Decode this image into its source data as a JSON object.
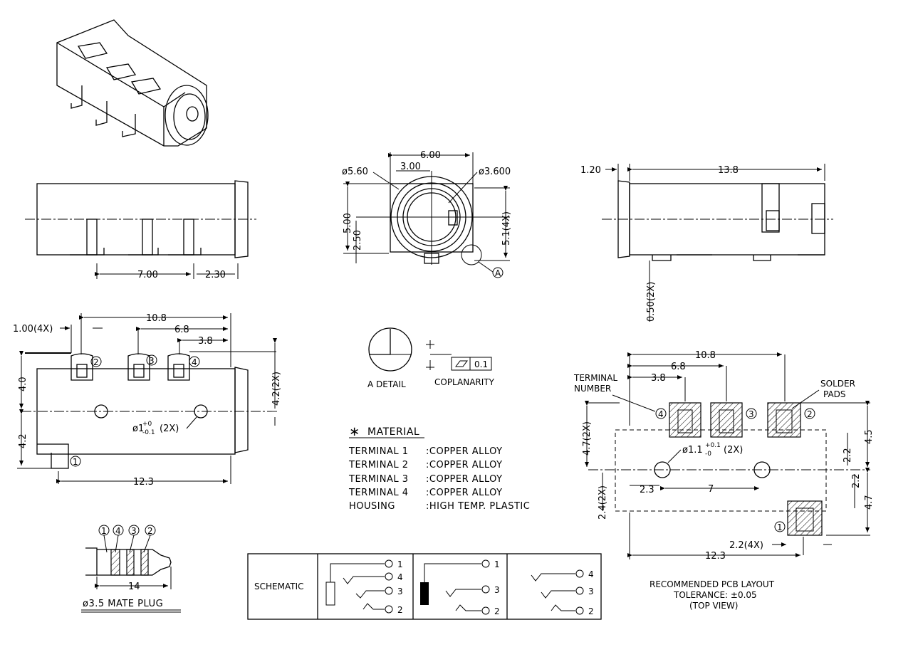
{
  "side_view": {
    "dims": {
      "d1": "7.00",
      "d2": "2.30"
    }
  },
  "front_view": {
    "dims": {
      "width": "6.00",
      "half_width": "3.00",
      "dia_outer": "ø5.60",
      "dia_inner": "ø3.600",
      "height": "5.00",
      "center_height": "2.50",
      "pin_height": "5.1(4X)"
    },
    "detail_callout": "A"
  },
  "right_view": {
    "dims": {
      "flange": "1.20",
      "length": "13.8",
      "pin_width": "0.50(2X)"
    }
  },
  "top_view": {
    "dims": {
      "overall": "10.8",
      "mid": "6.8",
      "short": "3.8",
      "pin_w": "1.00(4X)",
      "upper": "4.0",
      "lower": "4.2",
      "right": "4.2(2X)",
      "hole": "ø1",
      "hole_tol_up": "+0",
      "hole_tol_dn": "-0.1",
      "hole_count": "(2X)",
      "length": "12.3"
    },
    "terminals": [
      "1",
      "2",
      "3",
      "4"
    ]
  },
  "detail": {
    "label": "A DETAIL",
    "coplanarity_label": "COPLANARITY",
    "coplanarity_value": "0.1"
  },
  "material": {
    "title": "MATERIAL",
    "star": "∗",
    "rows": [
      {
        "part": "TERMINAL  1",
        "spec": ":COPPER  ALLOY"
      },
      {
        "part": "TERMINAL  2",
        "spec": ":COPPER  ALLOY"
      },
      {
        "part": "TERMINAL  3",
        "spec": ":COPPER  ALLOY"
      },
      {
        "part": "TERMINAL  4",
        "spec": ":COPPER  ALLOY"
      },
      {
        "part": "HOUSING",
        "spec": ":HIGH  TEMP.  PLASTIC"
      }
    ]
  },
  "plug": {
    "numbers": [
      "1",
      "4",
      "3",
      "2"
    ],
    "length": "14",
    "caption": "ø3.5  MATE  PLUG"
  },
  "schematic": {
    "label": "SCHEMATIC",
    "panels": [
      [
        "1",
        "4",
        "3",
        "2"
      ],
      [
        "1",
        "3",
        "2"
      ],
      [
        "4",
        "3",
        "2"
      ]
    ]
  },
  "pcb": {
    "terminal_number_label": [
      "TERMINAL",
      "NUMBER"
    ],
    "solder_pads_label": [
      "SOLDER",
      "PADS"
    ],
    "dims": {
      "overall": "10.8",
      "mid": "6.8",
      "short": "3.8",
      "left_upper": "4.7(2X)",
      "left_lower": "2.4(2X)",
      "right_top": "4.5",
      "right_mid": "2.2",
      "right_mid2": "2.2",
      "right_low": "4.7",
      "hole_x": "2.3",
      "hole_gap": "7",
      "pad_w": "2.2(4X)",
      "length": "12.3"
    },
    "hole": {
      "dia": "ø1.1",
      "tol_up": "+0.1",
      "tol_dn": "-0",
      "count": "(2X)"
    },
    "pad_numbers": [
      "4",
      "3",
      "2",
      "1"
    ],
    "caption": [
      "RECOMMENDED  PCB  LAYOUT",
      "TOLERANCE: ±0.05",
      "(TOP  VIEW)"
    ]
  }
}
